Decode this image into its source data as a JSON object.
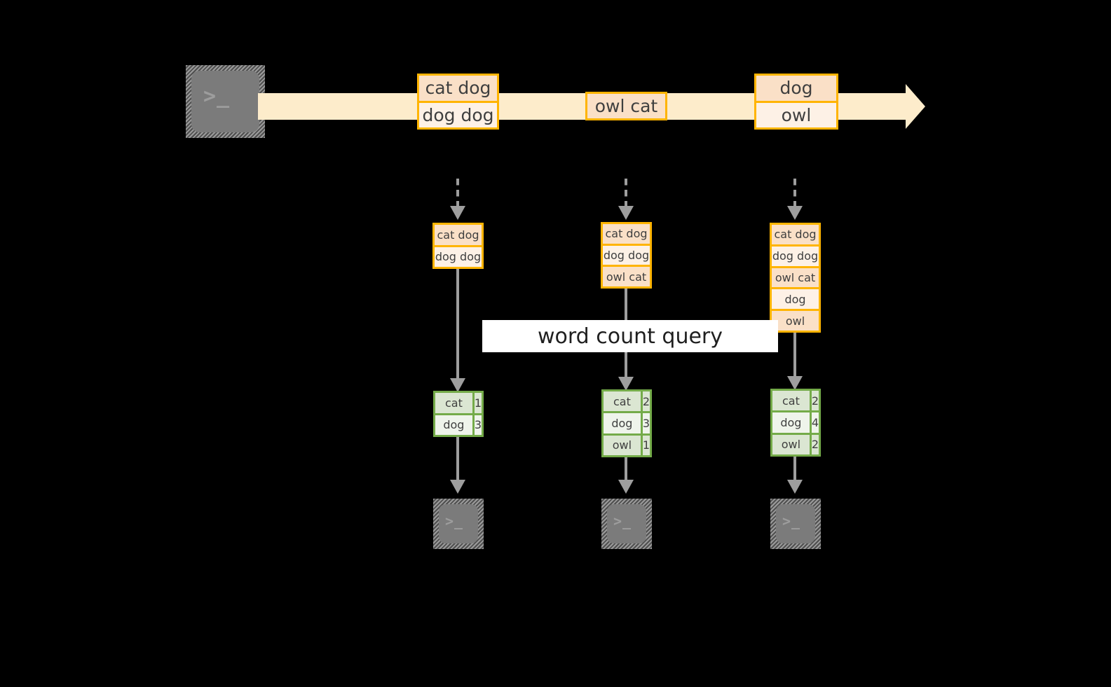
{
  "diagram": {
    "title_label": "word count query",
    "source_icon": "terminal-icon",
    "sink_icon": "terminal-icon",
    "terminal_glyph": ">_",
    "colors": {
      "stream_band": "#fdeccb",
      "message_border": "#ffb400",
      "message_fill_dark": "#fae0c7",
      "message_fill_light": "#fdf1e6",
      "table_border": "#74ab49",
      "table_fill_dark": "#dbe6d2",
      "table_fill_light": "#eff4eb",
      "connector": "#9e9e9e",
      "icon_fill": "#7b7b7b",
      "background": "#000000"
    },
    "stream_messages": [
      {
        "id": "m1",
        "lines": [
          "cat dog",
          "dog dog"
        ]
      },
      {
        "id": "m2",
        "lines": [
          "owl cat"
        ]
      },
      {
        "id": "m3",
        "lines": [
          "dog",
          "owl"
        ]
      }
    ],
    "snapshots": [
      {
        "id": "s1",
        "lines": [
          "cat dog",
          "dog dog"
        ]
      },
      {
        "id": "s2",
        "lines": [
          "cat dog",
          "dog dog",
          "owl cat"
        ]
      },
      {
        "id": "s3",
        "lines": [
          "cat dog",
          "dog dog",
          "owl cat",
          "dog",
          "owl"
        ]
      }
    ],
    "results": [
      {
        "id": "r1",
        "rows": [
          {
            "word": "cat",
            "count": "1"
          },
          {
            "word": "dog",
            "count": "3"
          }
        ]
      },
      {
        "id": "r2",
        "rows": [
          {
            "word": "cat",
            "count": "2"
          },
          {
            "word": "dog",
            "count": "3"
          },
          {
            "word": "owl",
            "count": "1"
          }
        ]
      },
      {
        "id": "r3",
        "rows": [
          {
            "word": "cat",
            "count": "2"
          },
          {
            "word": "dog",
            "count": "4"
          },
          {
            "word": "owl",
            "count": "2"
          }
        ]
      }
    ]
  }
}
